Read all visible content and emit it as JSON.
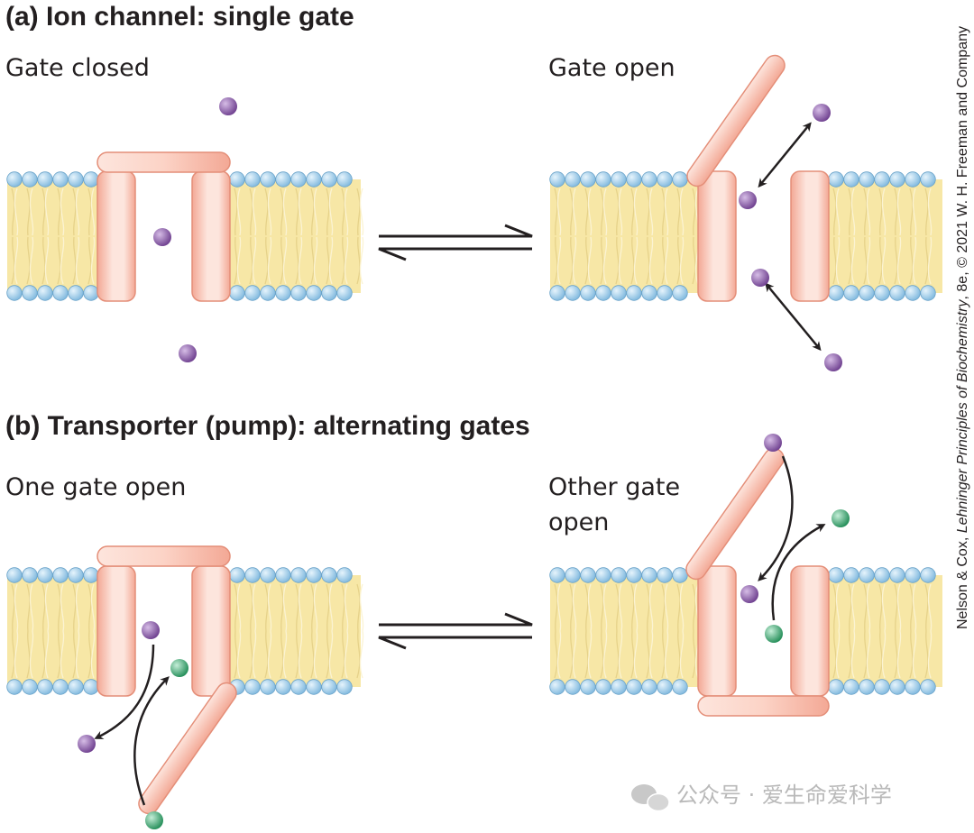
{
  "panel_a": {
    "title": "(a)  Ion channel: single gate",
    "left_label": "Gate closed",
    "right_label": "Gate open"
  },
  "panel_b": {
    "title": "(b)  Transporter (pump): alternating gates",
    "left_label": "One gate open",
    "right_label_line1": "Other gate",
    "right_label_line2": "open"
  },
  "credit": {
    "part1": "Nelson & Cox, ",
    "book": "Lehninger Principles of Biochemistry",
    "part2": ", 8e, © 2021 W. H. Freeman and Company"
  },
  "watermark": "公众号 · 爱生命爱科学",
  "colors": {
    "lipid_head": "#a9d3ee",
    "lipid_core": "#f7e7a6",
    "protein": "#f4b4a2",
    "ion_purple": "#8a5aa6",
    "ion_green": "#3fb07a"
  }
}
